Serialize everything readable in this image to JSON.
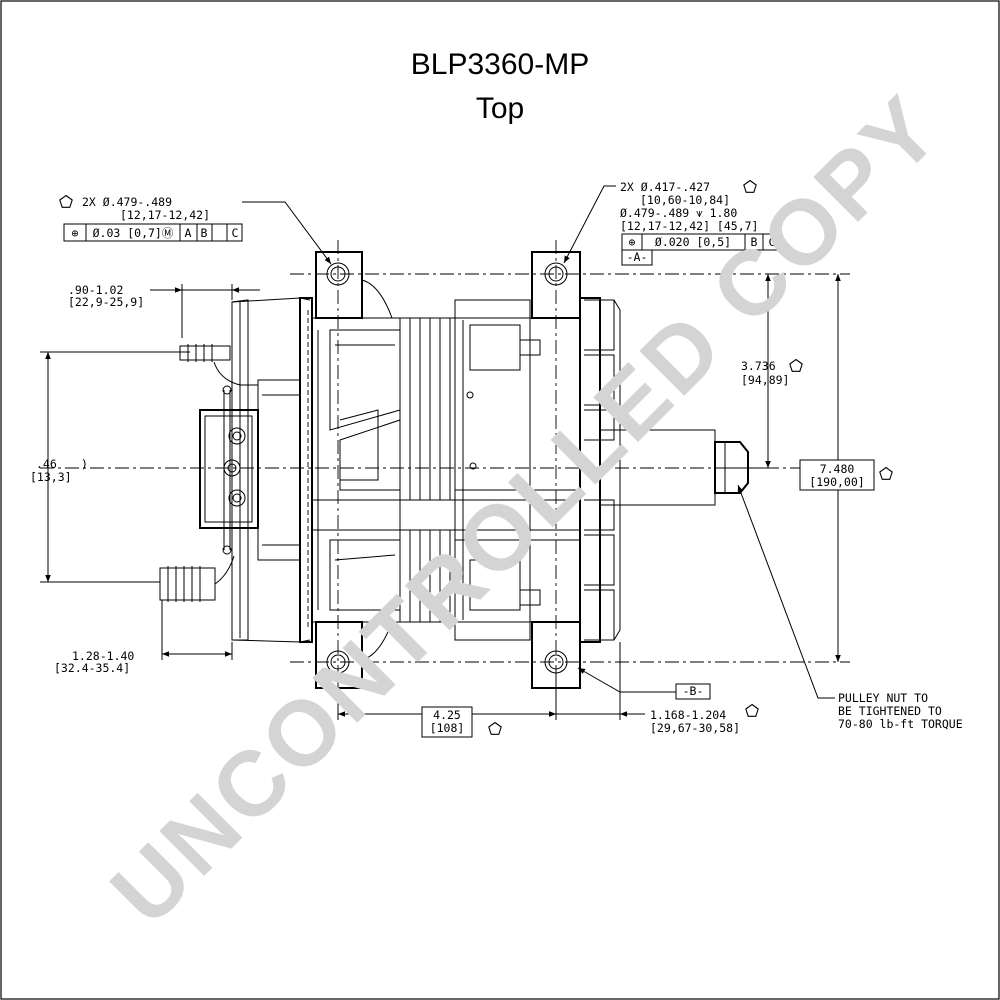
{
  "title": "BLP3360-MP",
  "subtitle": "Top",
  "watermark": "UNCONTROLLED COPY",
  "callouts": {
    "left_holes": {
      "line1": "2X Ø.479-.489",
      "line2": "[12,17-12,42]",
      "fcf": [
        "⊕",
        "Ø.03 [0,7]Ⓜ",
        "A",
        "B",
        "C"
      ]
    },
    "right_holes": {
      "line1": "2X Ø.417-.427",
      "line2": "[10,60-10,84]",
      "line3": "Ø.479-.489 ⩛ 1.80",
      "line4": "[12,17-12,42]   [45,7]",
      "fcf": [
        "⊕",
        "Ø.020 [0,5]",
        "B",
        "C"
      ],
      "datum": "-A-"
    }
  },
  "dimensions": {
    "d_090": {
      "line1": ".90-1.02",
      "line2": "[22,9-25,9]"
    },
    "d_046": {
      "line1": ".46",
      "line2": "[13,3]"
    },
    "d_128": {
      "line1": "1.28-1.40",
      "line2": "[32.4-35.4]"
    },
    "d_425": {
      "line1": "4.25",
      "line2": "[108]"
    },
    "d_1168": {
      "line1": "1.168-1.204",
      "line2": "[29,67-30,58]"
    },
    "d_3736": {
      "line1": "3.736",
      "line2": "[94,89]"
    },
    "d_7480": {
      "line1": "7.480",
      "line2": "[190,00]"
    }
  },
  "datum_b": "-B-",
  "note": {
    "line1": "PULLEY NUT TO",
    "line2": "BE TIGHTENED TO",
    "line3": "70-80 lb-ft TORQUE"
  }
}
